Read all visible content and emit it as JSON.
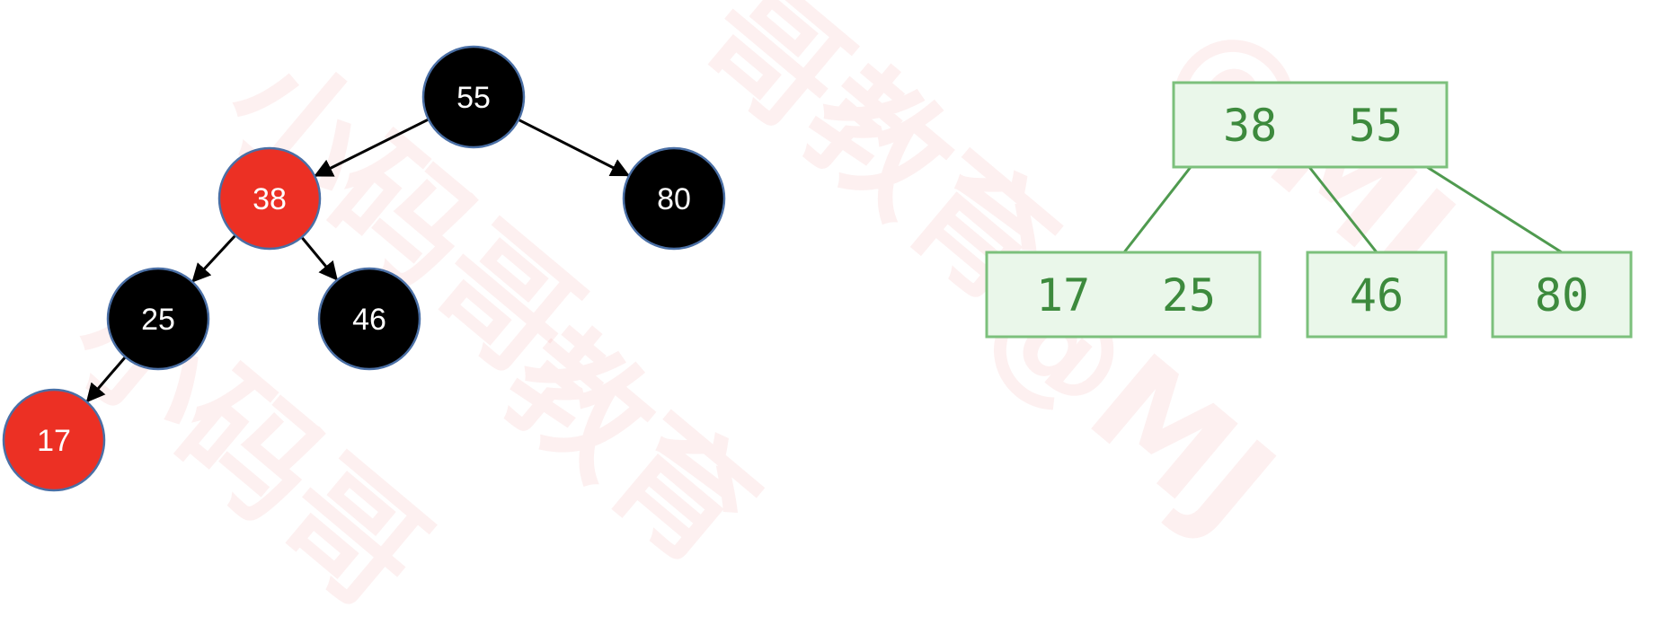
{
  "colors": {
    "black_node": "#000000",
    "red_node": "#ec3024",
    "node_border": "#4a6fa5",
    "edge": "#000000",
    "btree_border": "#7cc07c",
    "btree_fill": "#eaf7ea",
    "btree_text": "#3d8a3d",
    "btree_edge": "#4f9a4f",
    "watermark": "#e63c3c"
  },
  "red_black_tree": {
    "nodes": [
      {
        "id": "n55",
        "label": "55",
        "color": "black"
      },
      {
        "id": "n38",
        "label": "38",
        "color": "red"
      },
      {
        "id": "n80",
        "label": "80",
        "color": "black"
      },
      {
        "id": "n25",
        "label": "25",
        "color": "black"
      },
      {
        "id": "n46",
        "label": "46",
        "color": "black"
      },
      {
        "id": "n17",
        "label": "17",
        "color": "red"
      }
    ],
    "edges": [
      {
        "from": "n55",
        "to": "n38"
      },
      {
        "from": "n55",
        "to": "n80"
      },
      {
        "from": "n38",
        "to": "n25"
      },
      {
        "from": "n38",
        "to": "n46"
      },
      {
        "from": "n25",
        "to": "n17"
      }
    ]
  },
  "b_tree": {
    "nodes": [
      {
        "id": "root",
        "keys": [
          "38",
          "55"
        ]
      },
      {
        "id": "c1",
        "keys": [
          "17",
          "25"
        ]
      },
      {
        "id": "c2",
        "keys": [
          "46"
        ]
      },
      {
        "id": "c3",
        "keys": [
          "80"
        ]
      }
    ],
    "edges": [
      {
        "from": "root",
        "to": "c1"
      },
      {
        "from": "root",
        "to": "c2"
      },
      {
        "from": "root",
        "to": "c3"
      }
    ]
  }
}
